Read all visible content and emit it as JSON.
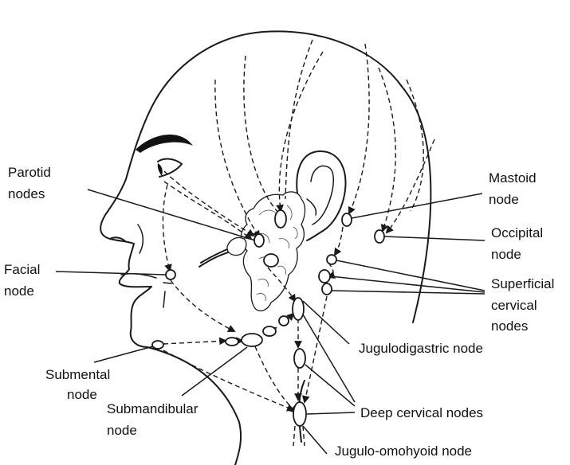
{
  "labels": {
    "parotid": [
      "Parotid",
      "nodes"
    ],
    "facial": [
      "Facial",
      "node"
    ],
    "submental": [
      "Submental",
      "node"
    ],
    "submandibular": [
      "Submandibular",
      "node"
    ],
    "mastoid": [
      "Mastoid",
      "node"
    ],
    "occipital": [
      "Occipital",
      "node"
    ],
    "superficial_cervical": [
      "Superficial",
      "cervical",
      "nodes"
    ],
    "jugulodigastric": "Jugulodigastric node",
    "deep_cervical": "Deep cervical nodes",
    "jugulo_omohyoid": "Jugulo-omohyoid node"
  }
}
